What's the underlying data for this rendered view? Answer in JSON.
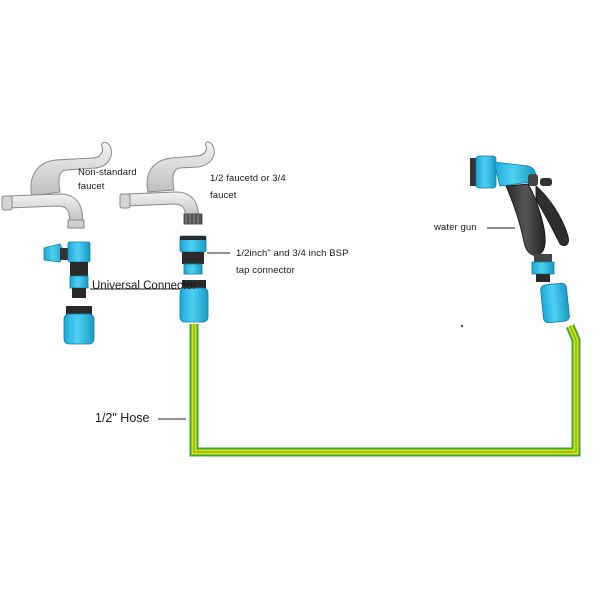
{
  "colors": {
    "faucet_body": "#e0e0e0",
    "faucet_outline": "#888888",
    "connector_blue": "#2bbde8",
    "connector_dark": "#1a1a1a",
    "hose_yellow": "#e6e000",
    "hose_green": "#3da83d",
    "leader_line": "#222222"
  },
  "labels": {
    "non_standard_faucet_line1": "Non-standard",
    "non_standard_faucet_line2": "faucet",
    "half_faucet_line1": "1/2 faucetd or 3/4",
    "half_faucet_line2": "faucet",
    "bsp_connector_line1": "1/2inch\" and 3/4 inch BSP",
    "bsp_connector_line2": "tap connector",
    "universal_connector": "Universal Connector",
    "water_gun": "water gun",
    "hose": "1/2\" Hose"
  },
  "icons": {
    "faucet_left": "faucet-icon",
    "faucet_right": "faucet-icon",
    "water_gun": "spray-gun-icon"
  }
}
